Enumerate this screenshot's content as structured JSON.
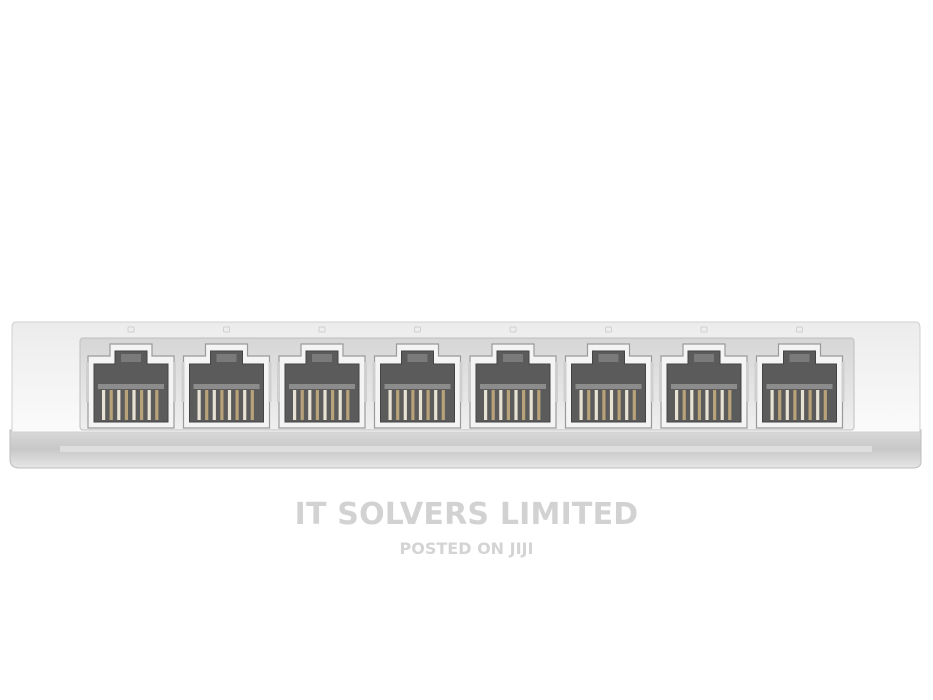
{
  "image": {
    "subject": "8-port ethernet switch",
    "background_color": "#ffffff",
    "port_count": 8
  },
  "watermark": {
    "title": "IT SOLVERS LIMITED",
    "subtitle": "POSTED ON JIJI",
    "color": "#d2d2d2"
  },
  "colors": {
    "body_white": "#f7f7f7",
    "base_grey": "#cfcfcf",
    "port_panel": "#e9e9e9",
    "pin_gold": "#b8a27a"
  }
}
